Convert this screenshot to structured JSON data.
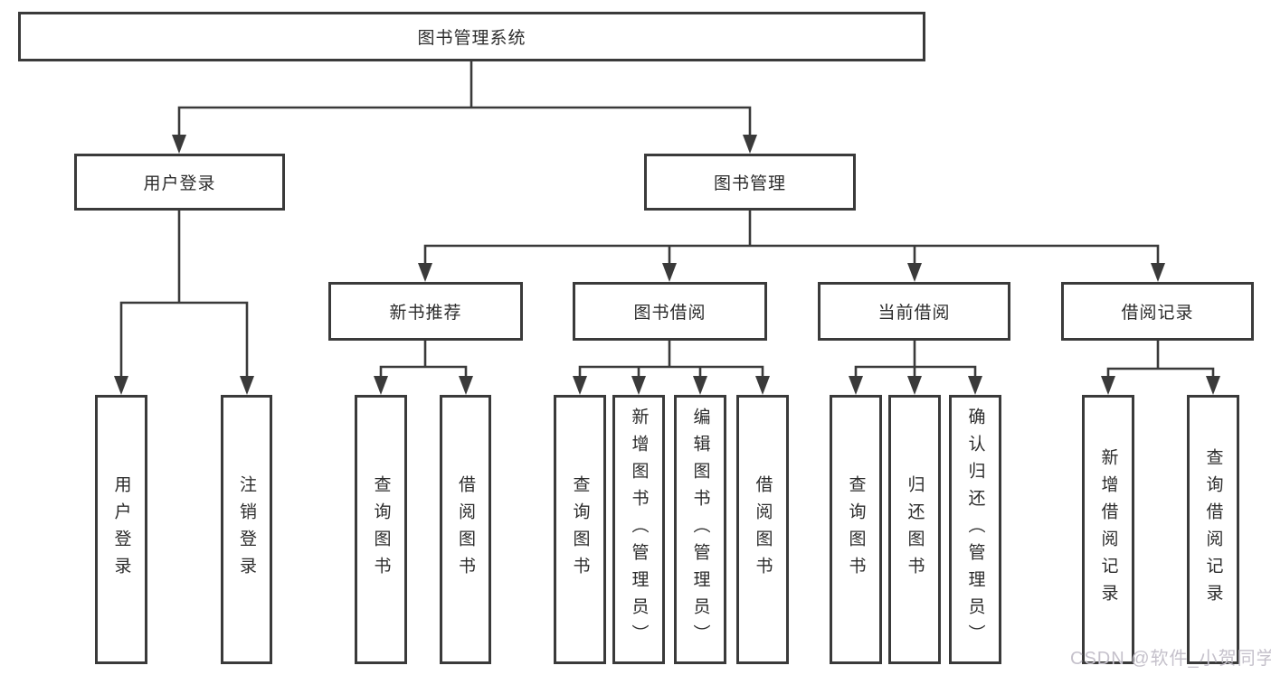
{
  "tree": {
    "root": "图书管理系统",
    "user_login": {
      "label": "用户登录",
      "leaves": [
        "用户登录",
        "注销登录"
      ]
    },
    "book_mgmt": {
      "label": "图书管理",
      "sections": [
        {
          "label": "新书推荐",
          "leaves": [
            "查询图书",
            "借阅图书"
          ]
        },
        {
          "label": "图书借阅",
          "leaves": [
            "查询图书",
            "新增图书（管理员）",
            "编辑图书（管理员）",
            "借阅图书"
          ]
        },
        {
          "label": "当前借阅",
          "leaves": [
            "查询图书",
            "归还图书",
            "确认归还（管理员）"
          ]
        },
        {
          "label": "借阅记录",
          "leaves": [
            "新增借阅记录",
            "查询借阅记录"
          ]
        }
      ]
    }
  },
  "watermark": {
    "text": "CSDN @软件_小贺同学"
  },
  "colors": {
    "line": "#3a3a3a",
    "box_border": "#3a3a3a",
    "text": "#2c2c2c",
    "watermark": "#c5c1cb",
    "background": "#ffffff"
  }
}
